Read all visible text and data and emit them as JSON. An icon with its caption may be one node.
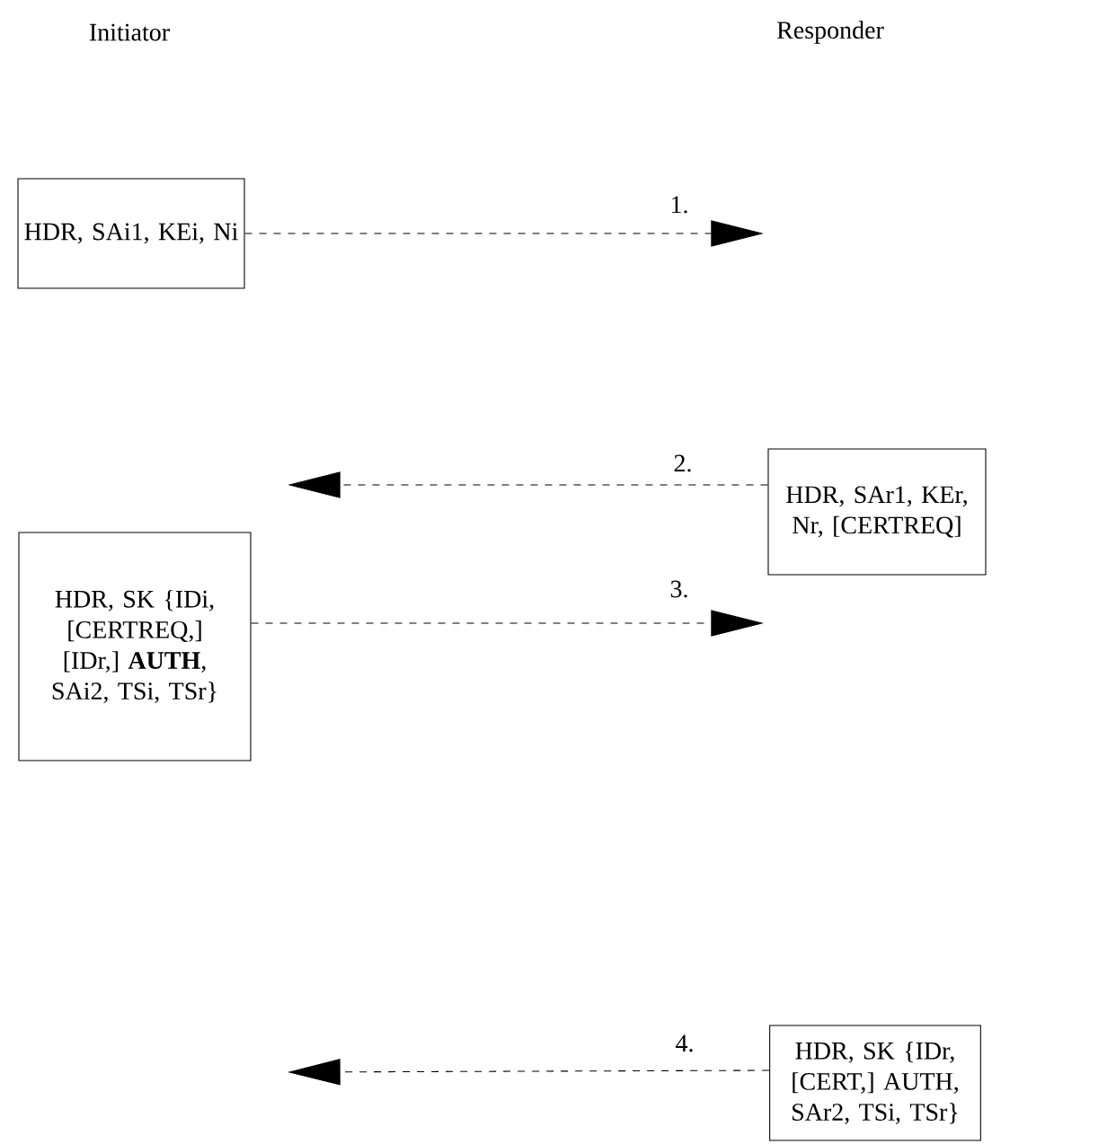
{
  "diagram": {
    "nodes": [
      {
        "text": [
          "HDR, SAi1, KEi, Ni"
        ]
      },
      {
        "text": [
          "HDR, SAr1, KEr, Nr, [CERTREQ]"
        ]
      },
      {
        "text": [
          "HDR, SK {IDi, [CERTREQ,] [IDr,] **AUTH**, SAi2, TSi, TSr}"
        ]
      },
      {
        "text": [
          "HDR, SK {IDr, [CERT,] AUTH, SAr2, TSi, TSr}"
        ]
      }
    ],
    "edges": [
      {
        "from": 0,
        "to": null,
        "arrow": "to",
        "label": "1.",
        "style": "dashed"
      },
      {
        "from": 1,
        "to": null,
        "arrow": "to",
        "label": "2.",
        "style": "dashed"
      },
      {
        "from": 2,
        "to": null,
        "arrow": "to",
        "label": "3.",
        "style": "dashed"
      },
      {
        "from": 3,
        "to": null,
        "arrow": "to",
        "label": "4.",
        "style": "dashed"
      }
    ],
    "labels": [
      "Initiator",
      "Responder"
    ]
  }
}
